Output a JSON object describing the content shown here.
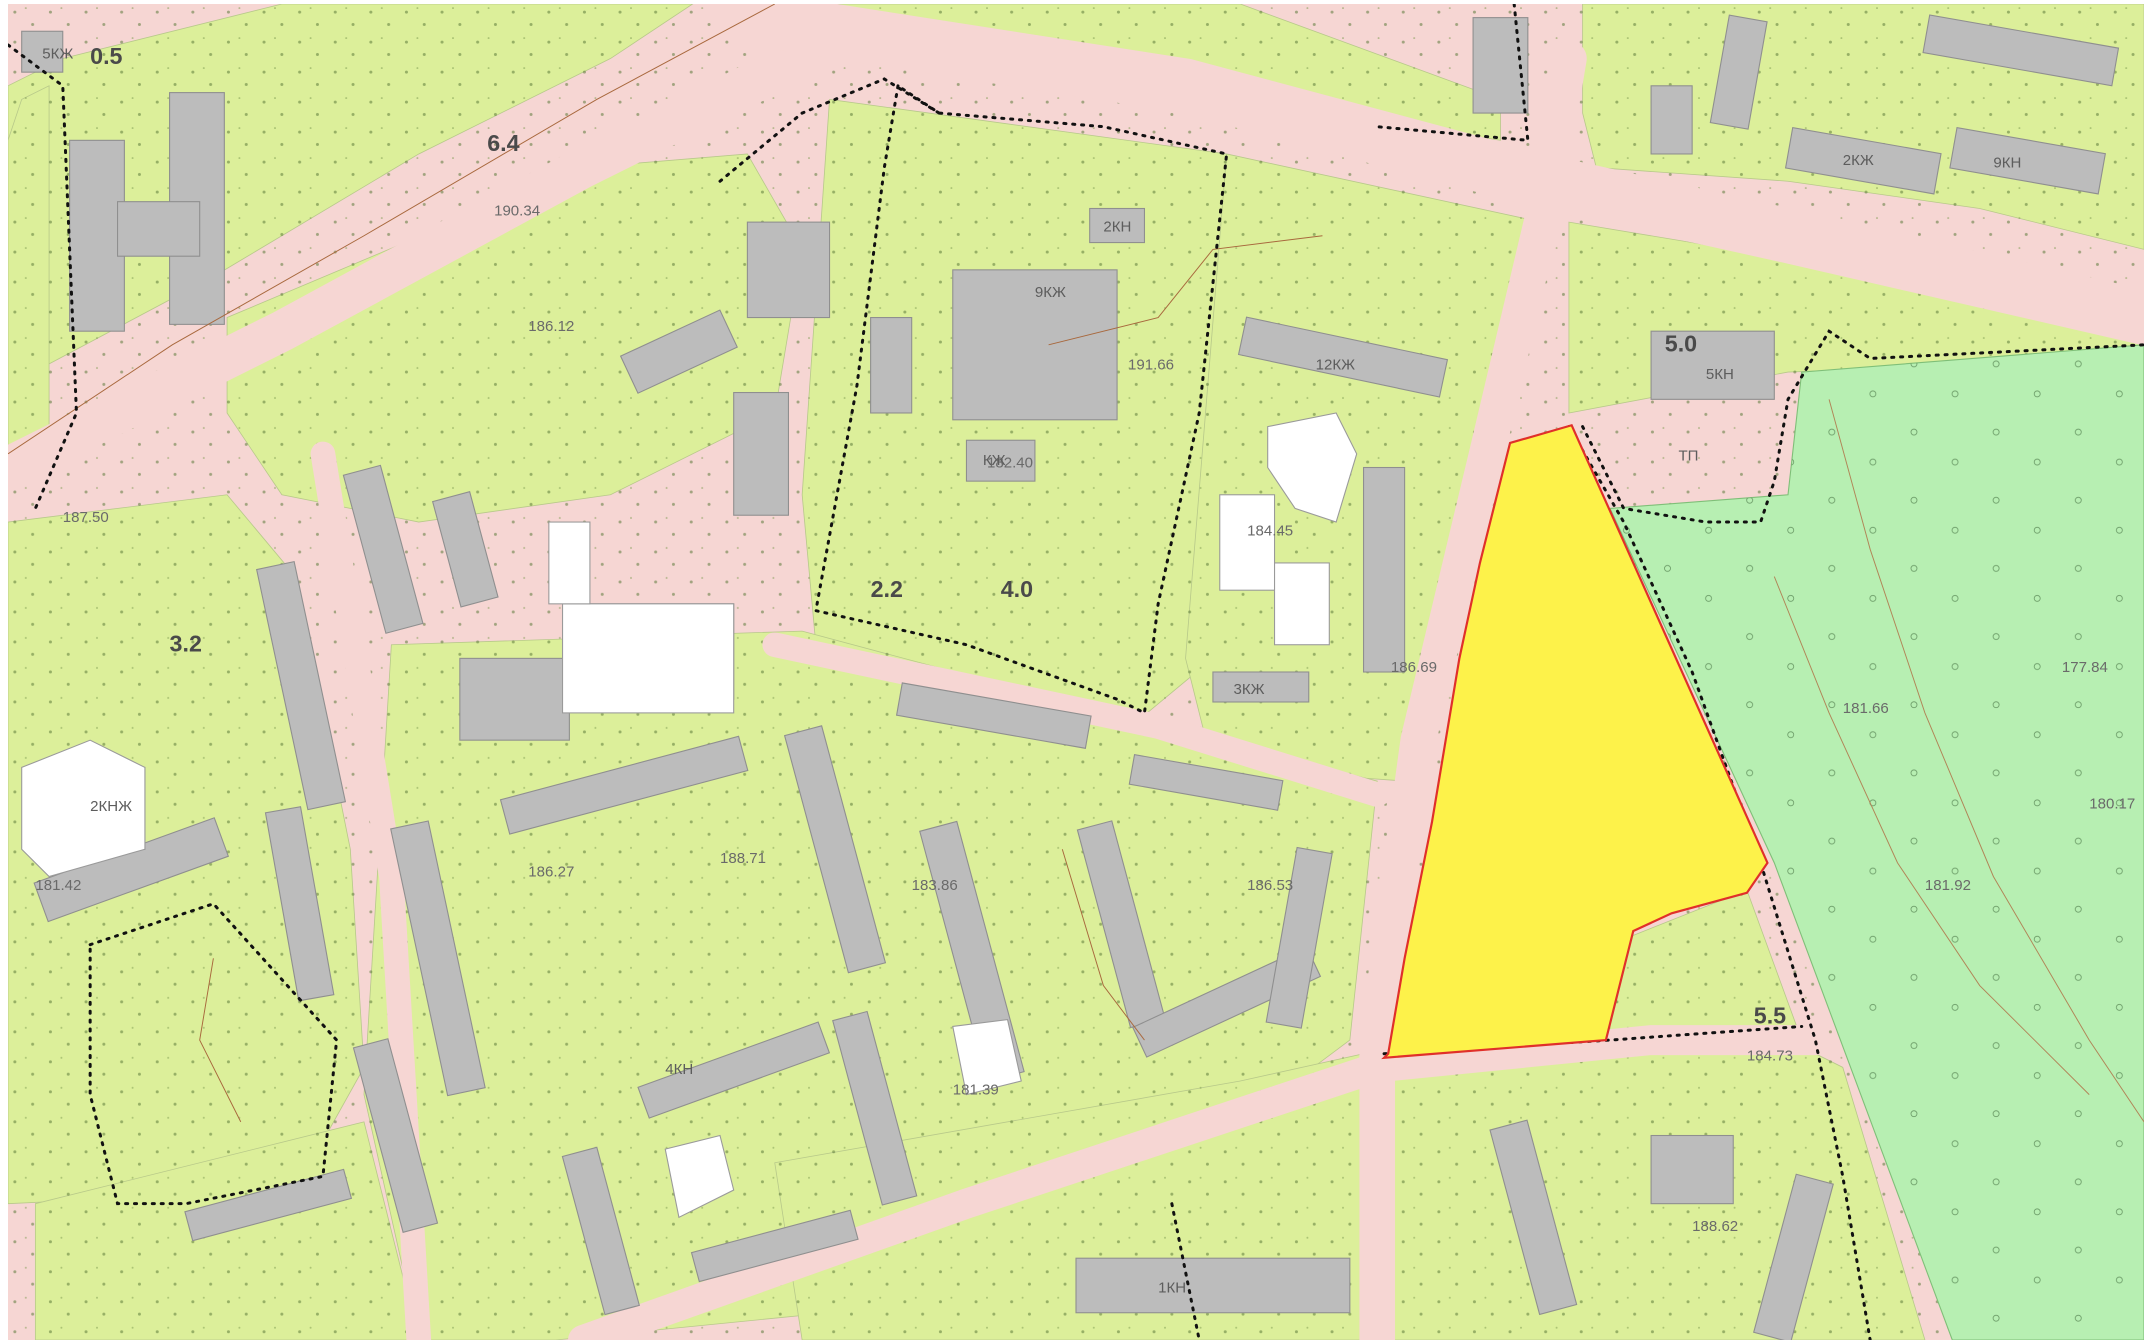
{
  "map": {
    "colors": {
      "background": "#ffffff",
      "lawn": "#dcef9a",
      "lawn_dark": "#c9e07e",
      "street": "#f6d6d3",
      "building": "#bcbcbc",
      "building_stroke": "#8f8f8f",
      "forest": "#b7efb2",
      "highlight_fill": "#fdf24a",
      "highlight_stroke": "#e0302a",
      "boundary": "#111111",
      "tree": "#5c7a3a"
    },
    "parcel": {
      "label": "",
      "color": "#fdf24a"
    },
    "block_numbers": [
      "2.2",
      "4.0",
      "5.0",
      "3.2",
      "0.5",
      "6.4",
      "5.5"
    ],
    "elevation_marks": [
      "190.34",
      "186.12",
      "191.66",
      "187.50",
      "182.40",
      "184.45",
      "186.69",
      "181.66",
      "181.92",
      "186.27",
      "188.71",
      "183.86",
      "186.53",
      "181.42",
      "181.39",
      "177.84",
      "180.17",
      "184.73",
      "188.62"
    ],
    "building_labels": [
      "5КЖ",
      "9КЖ",
      "2КН",
      "12КЖ",
      "3КЖ",
      "КЖ",
      "5КН",
      "2КЖ",
      "9КН",
      "ТП",
      "1КН",
      "4КН",
      "2КНЖ"
    ]
  }
}
